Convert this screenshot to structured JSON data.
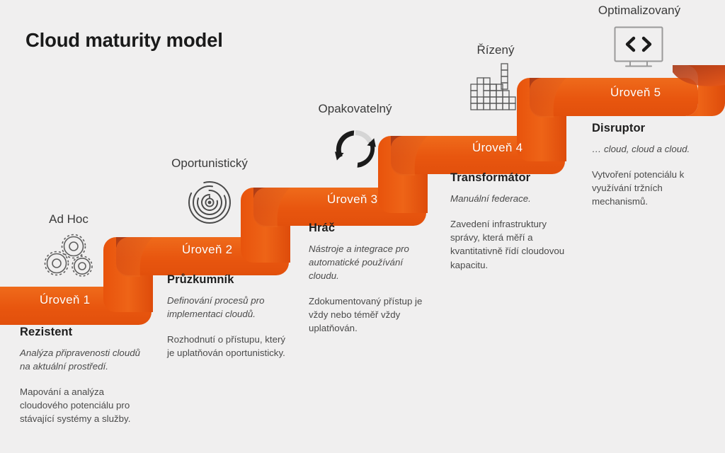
{
  "title": "Cloud maturity model",
  "theme": {
    "background": "#f0efef",
    "ribbon_orange": "#e8560f",
    "ribbon_orange_light": "#ef6a17",
    "ribbon_fold_dark": "#c0441a",
    "band_text": "#ffffff",
    "heading_text": "#1e1e1e",
    "body_text": "#4a4a4a",
    "icon_stroke": "#5a5a5a"
  },
  "steps": [
    {
      "id": "level-1",
      "caption": "Ad Hoc",
      "icon": "gears-icon",
      "level_label": "Úroveň 1",
      "heading": "Rezistent",
      "italic": "Analýza připravenosti cloudů na aktuální prostředí.",
      "body": "Mapování a analýza cloudového potenciálu pro stávající systémy a služby."
    },
    {
      "id": "level-2",
      "caption": "Oportunistický",
      "icon": "maze-icon",
      "level_label": "Úroveň 2",
      "heading": "Průzkumník",
      "italic": "Definování procesů pro implementaci cloudů.",
      "body": "Rozhodnutí o přístupu, který je uplatňován oportunisticky."
    },
    {
      "id": "level-3",
      "caption": "Opakovatelný",
      "icon": "refresh-cycle-icon",
      "level_label": "Úroveň 3",
      "heading": "Hráč",
      "italic": "Nástroje a integrace pro automatické používání cloudu.",
      "body": "Zdokumentovaný přístup je vždy nebo téměř vždy uplatňován."
    },
    {
      "id": "level-4",
      "caption": "Řízený",
      "icon": "tetris-blocks-icon",
      "level_label": "Úroveň 4",
      "heading": "Transformátor",
      "italic": "Manuální federace.",
      "body": "Zavedení infrastruktury správy, která měří a kvantitativně řídí cloudovou kapacitu."
    },
    {
      "id": "level-5",
      "caption": "Optimalizovaný",
      "icon": "monitor-code-icon",
      "level_label": "Úroveň 5",
      "heading": "Disruptor",
      "italic": "… cloud, cloud a cloud.",
      "body": "Vytvoření potenciálu k využívání tržních mechanismů."
    }
  ]
}
